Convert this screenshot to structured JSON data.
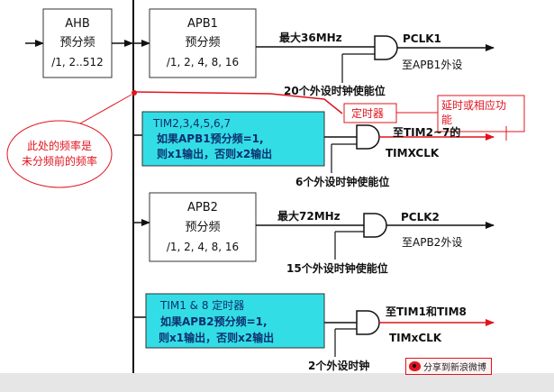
{
  "ahb": {
    "title": "AHB",
    "line2": "预分频",
    "line3": "/1, 2..512"
  },
  "apb1": {
    "title": "APB1",
    "line2": "预分频",
    "line3": "/1, 2, 4, 8, 16",
    "max_freq": "最大36MHz",
    "clk_out": "PCLK1",
    "dest": "至APB1外设",
    "enable": "20个外设时钟使能位"
  },
  "tim_a": {
    "line1": "TIM2,3,4,5,6,7",
    "line2": "如果APB1预分频=1,",
    "line3": "则x1输出，否则x2输出",
    "dest": "至TIM2~7的",
    "clk": "TIMXCLK",
    "enable": "6个外设时钟使能位"
  },
  "apb2": {
    "title": "APB2",
    "line2": "预分频",
    "line3": "/1, 2, 4, 8, 16",
    "max_freq": "最大72MHz",
    "clk_out": "PCLK2",
    "dest": "至APB2外设",
    "enable": "15个外设时钟使能位"
  },
  "tim_b": {
    "line1": "TIM1 & 8 定时器",
    "line2": "如果APB2预分频=1,",
    "line3": "则x1输出，否则x2输出",
    "dest": "至TIM1和TIM8",
    "clk": "TIMxCLK",
    "enable": "2个外设时钟"
  },
  "annotations": {
    "note_line1": "此处的频率是",
    "note_line2": "未分频前的频率",
    "timer_label": "定时器",
    "delay_line1": "延时或相应功",
    "delay_line2": "能"
  },
  "share": {
    "label": "分享到新浪微博"
  },
  "colors": {
    "cyan_box": "#33dde6",
    "annotation_red": "#e0141e",
    "box_stroke": "#333333"
  }
}
